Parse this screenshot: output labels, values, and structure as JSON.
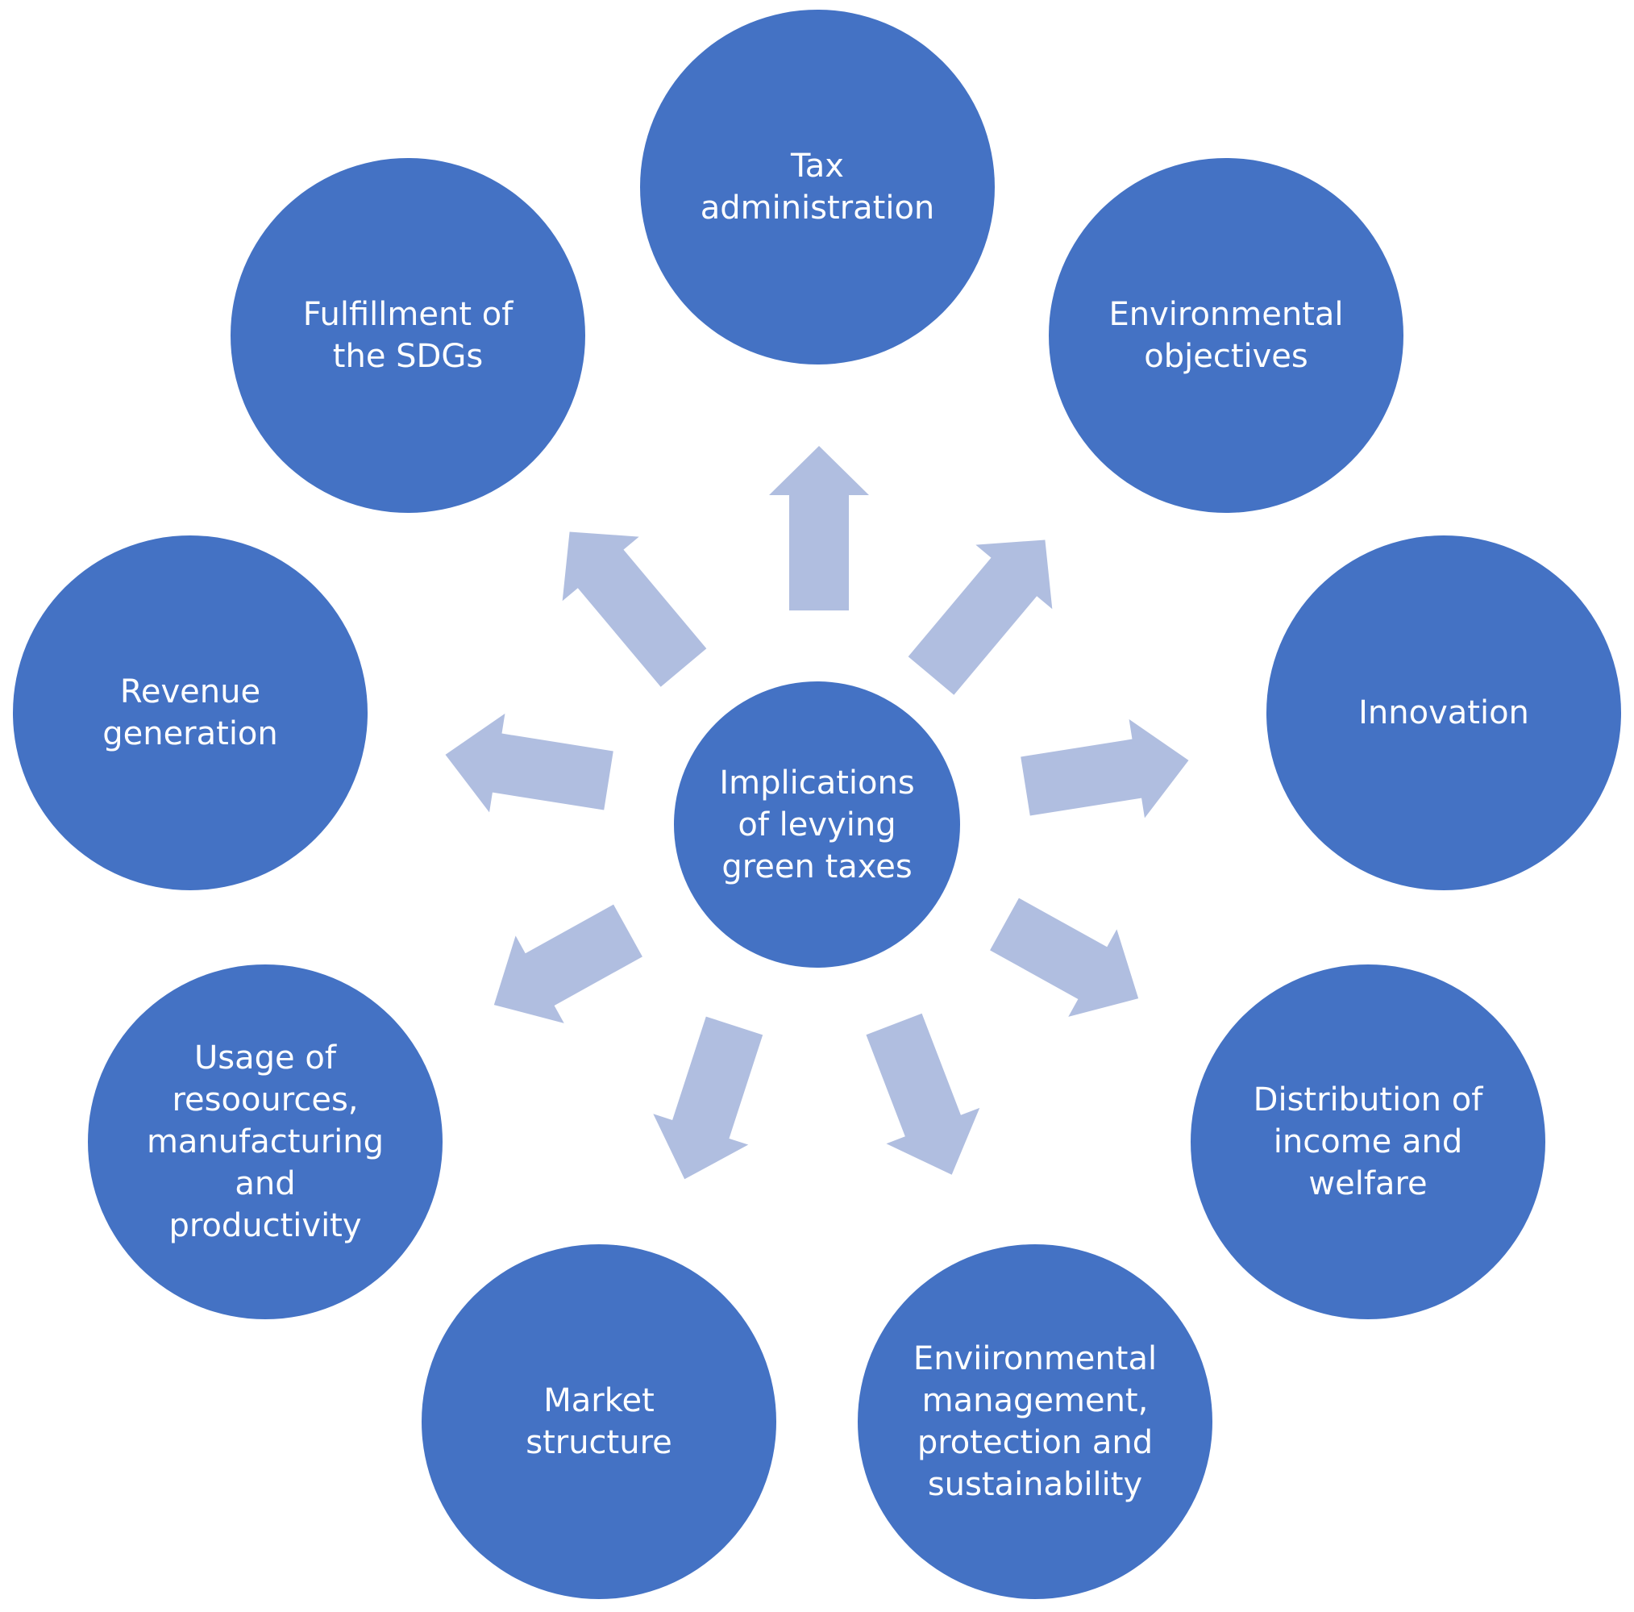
{
  "colors": {
    "circle_fill": "#4472c4",
    "arrow_fill": "#b0bee0",
    "label_text": "#ffffff",
    "background": "#ffffff"
  },
  "center": {
    "label": "Implications\nof levying\ngreen taxes"
  },
  "nodes": [
    {
      "id": "tax-administration",
      "label": "Tax\nadministration"
    },
    {
      "id": "environmental-objectives",
      "label": "Environmental\nobjectives"
    },
    {
      "id": "innovation",
      "label": "Innovation"
    },
    {
      "id": "distribution-of-income",
      "label": "Distribution of\nincome and\nwelfare"
    },
    {
      "id": "environmental-management",
      "label": "Enviironmental\nmanagement,\nprotection and\nsustainability"
    },
    {
      "id": "market-structure",
      "label": "Market\nstructure"
    },
    {
      "id": "usage-of-resources",
      "label": "Usage of\nresoources,\nmanufacturing\nand\nproductivity"
    },
    {
      "id": "revenue-generation",
      "label": "Revenue\ngeneration"
    },
    {
      "id": "fulfillment-sdgs",
      "label": "Fulfillment of\nthe SDGs"
    }
  ]
}
